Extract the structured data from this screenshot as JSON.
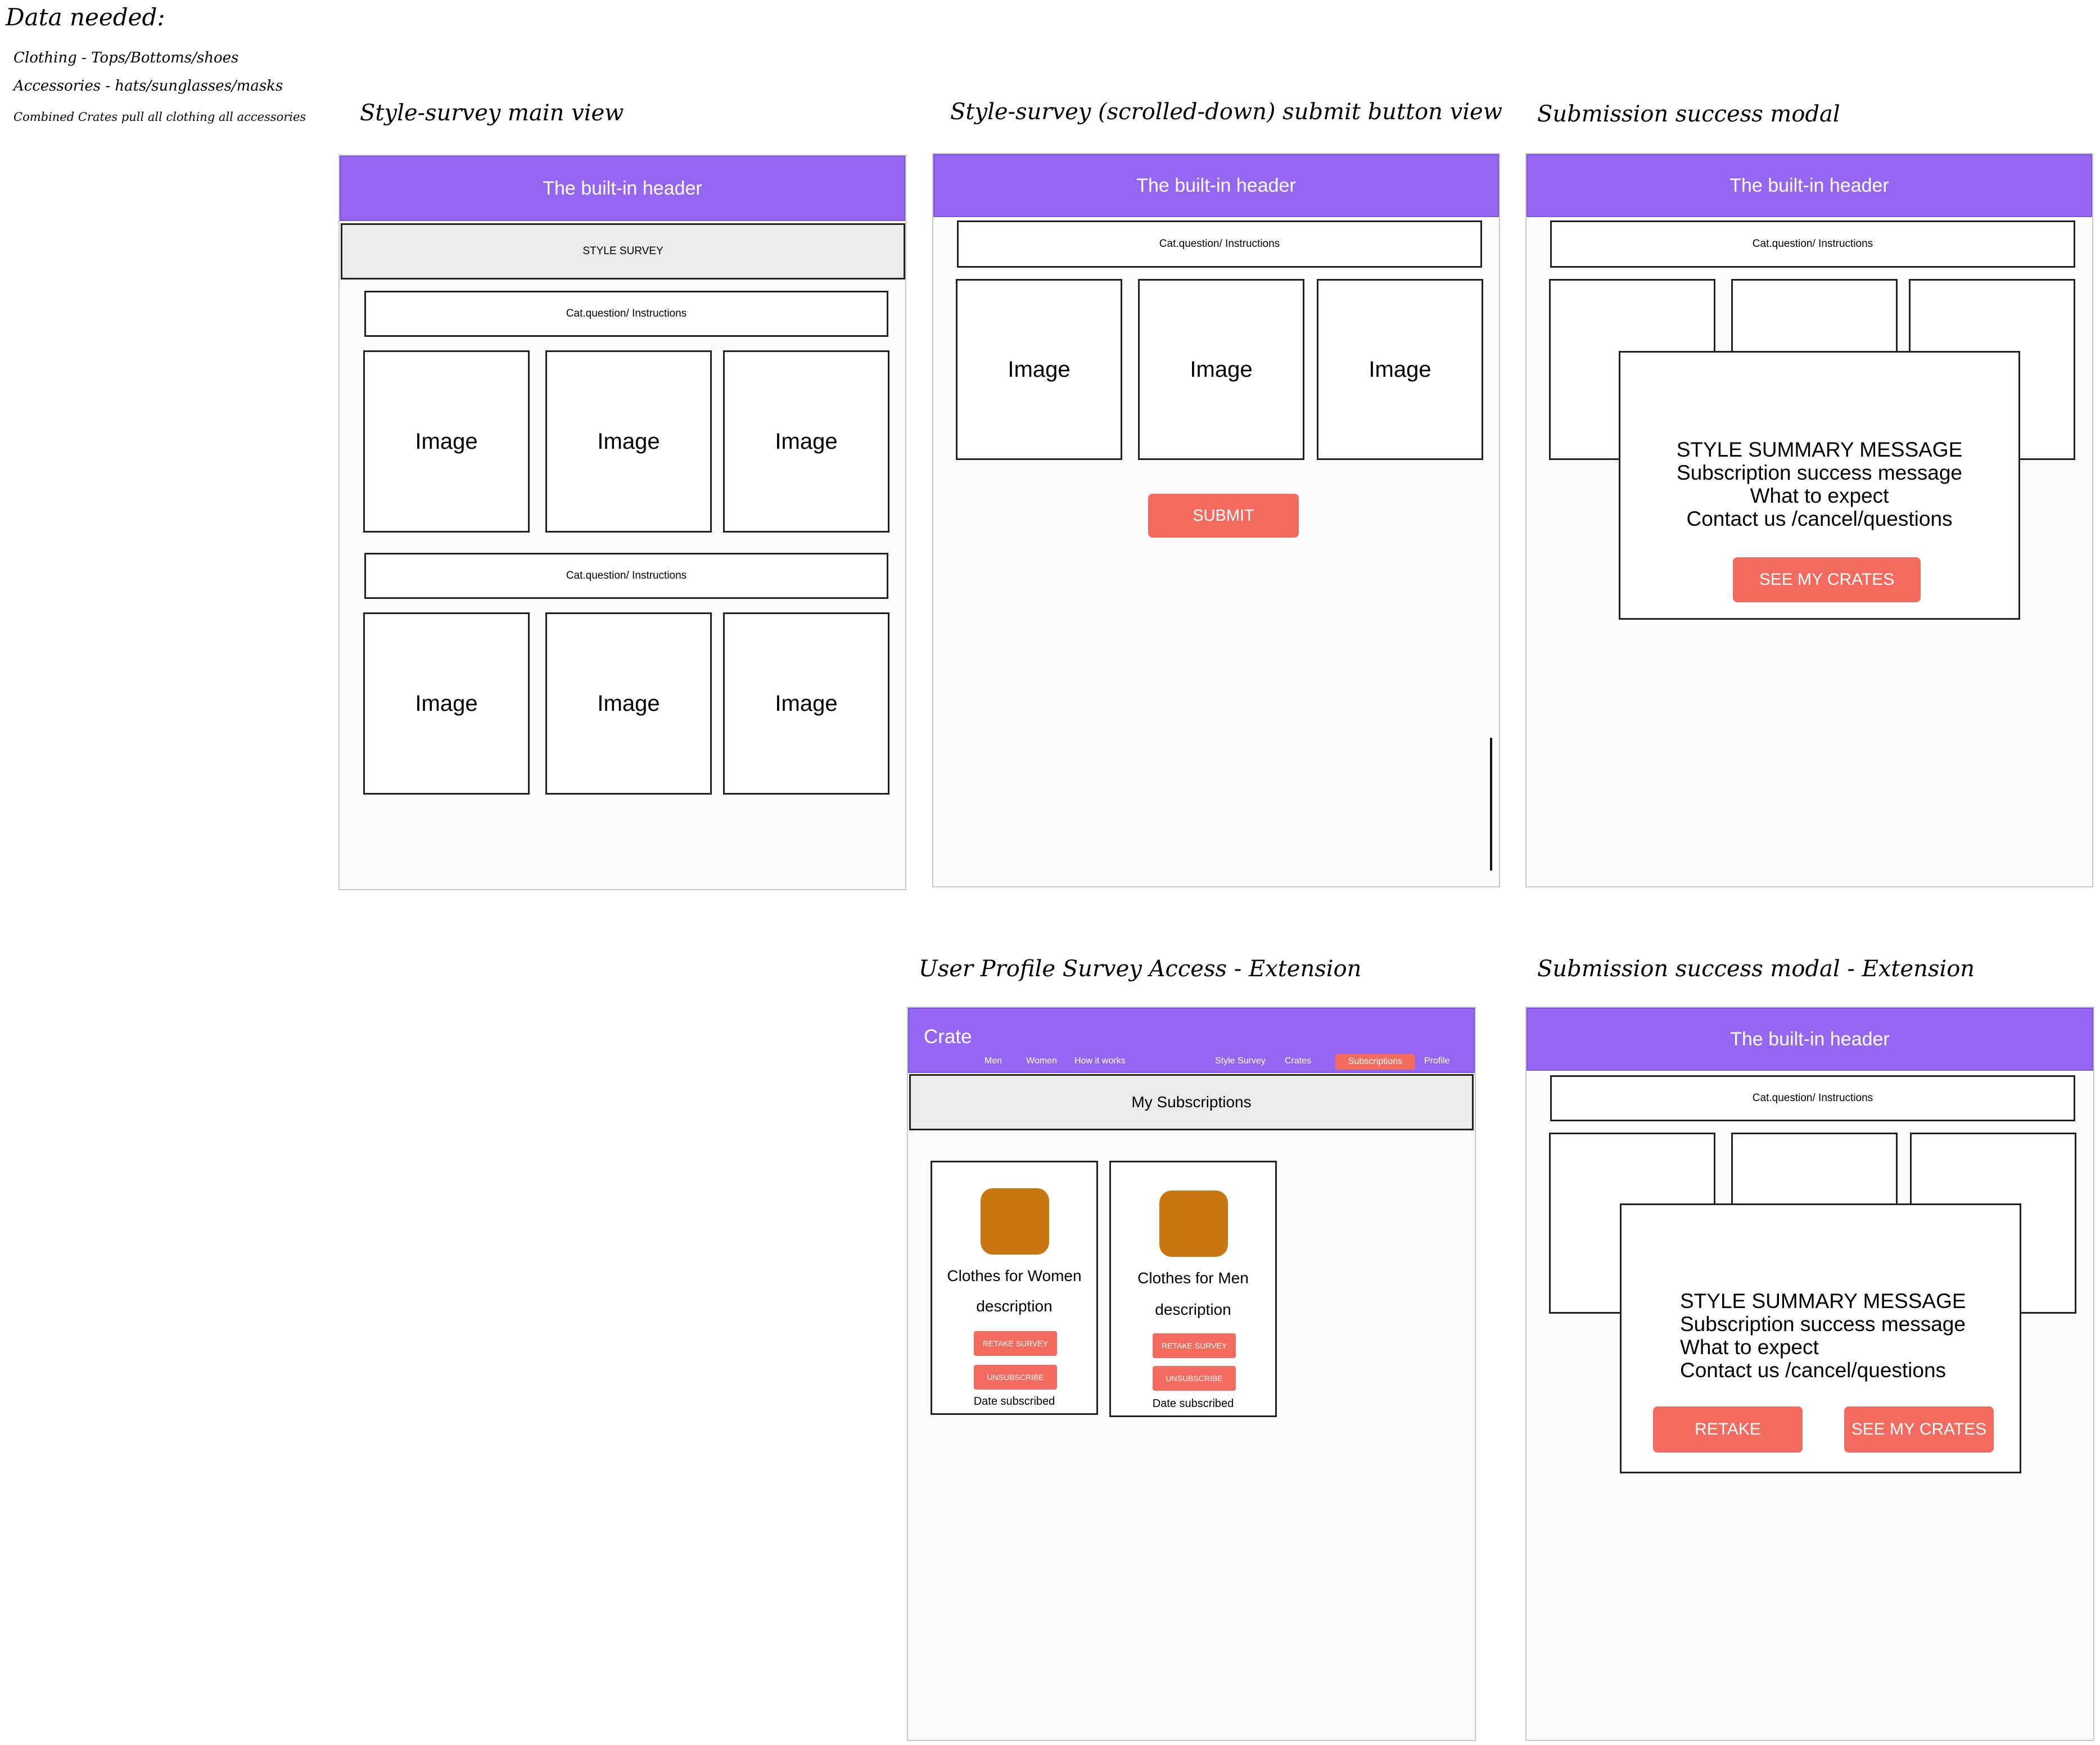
{
  "notes": {
    "heading": "Data needed:",
    "line1": "Clothing - Tops/Bottoms/shoes",
    "line2": "Accessories - hats/sunglasses/masks",
    "line3": "Combined Crates pull all clothing all accessories"
  },
  "frames": {
    "main": {
      "title": "Style-survey main view",
      "header": "The built-in header",
      "bar": "STYLE SURVEY",
      "question1": "Cat.question/ Instructions",
      "question2": "Cat.question/ Instructions",
      "images": [
        "Image",
        "Image",
        "Image",
        "Image",
        "Image",
        "Image"
      ]
    },
    "submit": {
      "title": "Style-survey (scrolled-down) submit button view",
      "header": "The built-in header",
      "question": "Cat.question/ Instructions",
      "images": [
        "Image",
        "Image",
        "Image"
      ],
      "submit_label": "SUBMIT"
    },
    "modal": {
      "title": "Submission success modal",
      "header": "The built-in header",
      "question": "Cat.question/ Instructions",
      "lines": [
        "STYLE SUMMARY MESSAGE",
        "Subscription success message",
        "What to expect",
        "Contact us /cancel/questions"
      ],
      "cta": "SEE MY CRATES"
    },
    "profile": {
      "title": "User Profile Survey Access - Extension",
      "brand": "Crate",
      "nav": [
        "Men",
        "Women",
        "How it works",
        "Style Survey",
        "Crates",
        "Subscriptions",
        "Profile"
      ],
      "nav_active": "Subscriptions",
      "bar": "My Subscriptions",
      "cards": [
        {
          "title": "Clothes for Women",
          "desc": "description",
          "retake": "RETAKE SURVEY",
          "unsub": "UNSUBSCRIBE",
          "date": "Date subscribed"
        },
        {
          "title": "Clothes for Men",
          "desc": "description",
          "retake": "RETAKE SURVEY",
          "unsub": "UNSUBSCRIBE",
          "date": "Date subscribed"
        }
      ]
    },
    "modal_ext": {
      "title": "Submission success modal - Extension",
      "header": "The built-in header",
      "question": "Cat.question/ Instructions",
      "lines": [
        "STYLE SUMMARY MESSAGE",
        "Subscription success message",
        "What to expect",
        "Contact us /cancel/questions"
      ],
      "retake": "RETAKE",
      "cta": "SEE MY CRATES"
    }
  },
  "colors": {
    "header": "#9466f2",
    "button": "#f26b5e",
    "avatar": "#c87610",
    "bar": "#ebebeb"
  }
}
